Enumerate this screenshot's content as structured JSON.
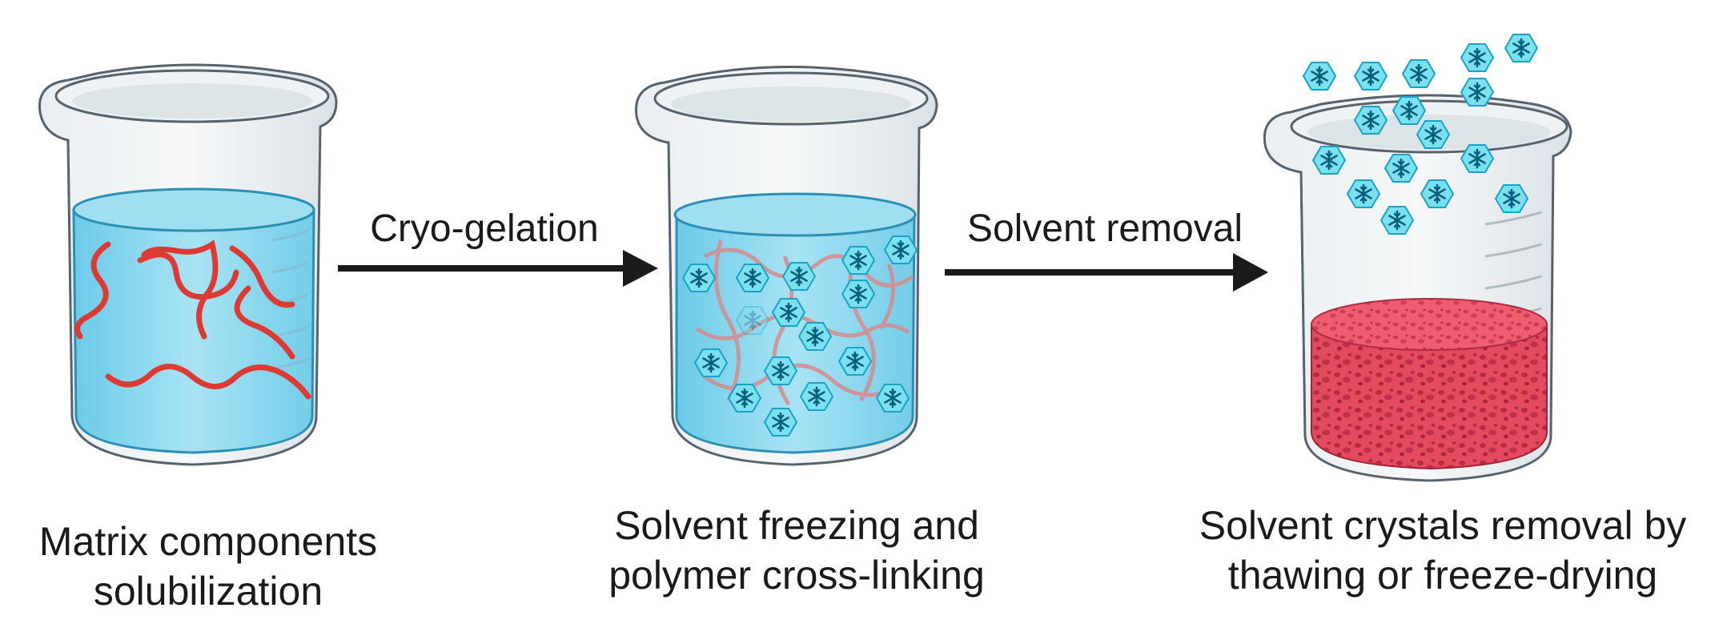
{
  "steps": [
    {
      "caption_line1": "Matrix components",
      "caption_line2": "solubilization",
      "content": "polymer-strands"
    },
    {
      "caption_line1": "Solvent freezing and",
      "caption_line2": "polymer cross-linking",
      "content": "strands-and-ice-crystals"
    },
    {
      "caption_line1": "Solvent crystals removal by",
      "caption_line2": "thawing or freeze-drying",
      "content": "porous-scaffold"
    }
  ],
  "arrows": [
    {
      "label": "Cryo-gelation"
    },
    {
      "label": "Solvent removal"
    }
  ],
  "icons": [
    "beaker",
    "ice-crystal-icon",
    "arrow-right-icon"
  ],
  "colors": {
    "water": "#7fd3ec",
    "water_dark": "#3fb0d6",
    "polymer": "#e0403a",
    "ice": "#29c2dc",
    "scaffold": "#e04a5c",
    "glass": "#d7dfe4",
    "glass_outline": "#5a6670",
    "arrow": "#1a1a1a"
  }
}
